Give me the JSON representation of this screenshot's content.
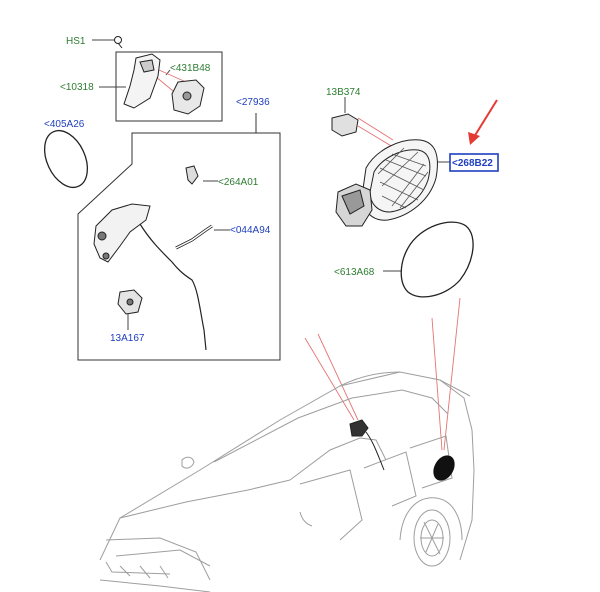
{
  "labels": {
    "hs1": "HS1",
    "p10318": "<10318",
    "p431b48": "<431B48",
    "p27936": "<27936",
    "p405a26": "<405A26",
    "p264a01": "<264A01",
    "p044a94": "<044A94",
    "p13a167": "13A167",
    "p13b374": "13B374",
    "p268b22": "<268B22",
    "p613a68": "<613A68"
  },
  "colors": {
    "green_label": "#2e7d32",
    "blue_label": "#1f3fbf",
    "highlight_border": "#1f3fbf",
    "arrow": "#e53935",
    "callout_lines": "#e57373"
  }
}
